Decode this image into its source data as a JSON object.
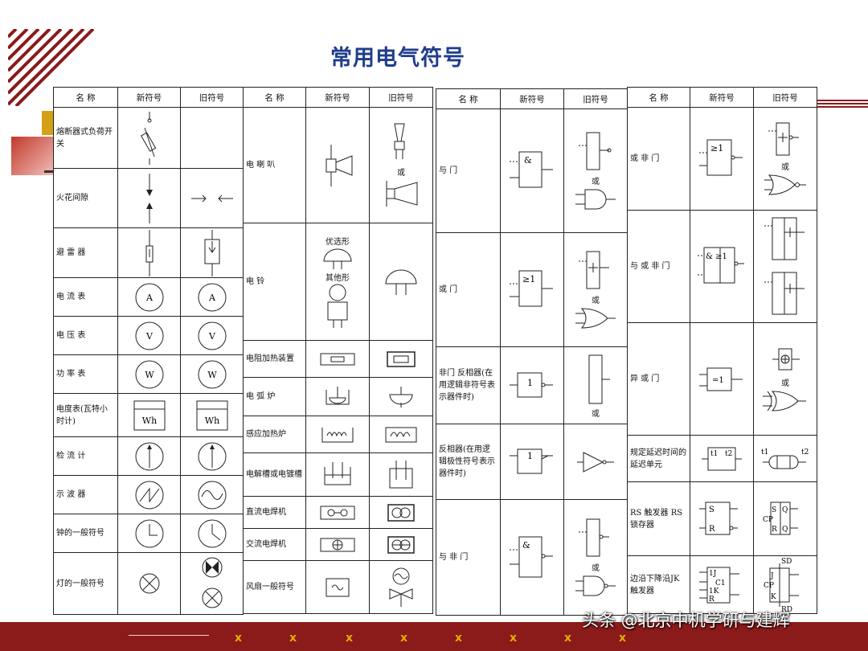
{
  "title": "常用电气符号",
  "headers": {
    "name": "名  称",
    "new": "新符号",
    "old": "旧符号"
  },
  "header_variants": {
    "p2_new": "新符号",
    "p2_old": "旧符号"
  },
  "panel1": [
    {
      "name": "熔断器式负荷开关"
    },
    {
      "name": "火花间隙"
    },
    {
      "name": "避 雷 器"
    },
    {
      "name": "电 流 表",
      "new_letter": "A",
      "old_letter": "A"
    },
    {
      "name": "电 压 表",
      "new_letter": "V",
      "old_letter": "V"
    },
    {
      "name": "功 率 表",
      "new_letter": "W",
      "old_letter": "W"
    },
    {
      "name": "电度表(瓦特小时计)",
      "new_letter": "Wh",
      "old_letter": "Wh"
    },
    {
      "name": "检 流 计"
    },
    {
      "name": "示 波 器"
    },
    {
      "name": "钟的一般符号"
    },
    {
      "name": "灯的一般符号"
    }
  ],
  "panel2": [
    {
      "name": "电 喇 叭",
      "old_note": "或"
    },
    {
      "name": "电  铃",
      "new_note_top": "优选形",
      "new_note_mid": "其他形"
    },
    {
      "name": "电阻加热装置"
    },
    {
      "name": "电 弧 炉"
    },
    {
      "name": "感应加热炉"
    },
    {
      "name": "电解槽或电镀槽"
    },
    {
      "name": "直流电焊机"
    },
    {
      "name": "交流电焊机"
    },
    {
      "name": "风扇一般符号"
    }
  ],
  "panel3": [
    {
      "name": "与  门",
      "new_label": "&",
      "old_note": "或"
    },
    {
      "name": "或  门",
      "new_label": "≥1",
      "old_note": "或"
    },
    {
      "name": "非门 反相器(在用逻辑非符号表示器件时)",
      "new_label": "1",
      "old_note": "或"
    },
    {
      "name": "反相器(在用逻辑极性符号表示器件时)",
      "new_label": "1"
    },
    {
      "name": "与 非 门",
      "new_label": "&",
      "old_note": "或"
    }
  ],
  "panel4": [
    {
      "name": "或 非 门",
      "new_label": "≥1",
      "old_note": "或"
    },
    {
      "name": "与 或 非 门",
      "new_label": "&  ≥1"
    },
    {
      "name": "异 或 门",
      "new_label": "=1",
      "old_note": "或"
    },
    {
      "name": "规定延迟时间的延迟单元",
      "new_t1": "t1",
      "new_t2": "t2",
      "old_t1": "t1",
      "old_t2": "t2"
    },
    {
      "name": "RS 触发器 RS 锁存器",
      "s": "S",
      "r": "R",
      "old_s": "S",
      "old_q": "Q",
      "old_cp": "CP",
      "old_r": "R"
    },
    {
      "name": "边沿下降沿JK触发器",
      "j": "1J",
      "c": "C1",
      "k": "1K",
      "r": "R",
      "old_sd": "SD",
      "old_rd": "RD",
      "old_j": "J",
      "old_cp": "CP",
      "old_k": "K"
    }
  ],
  "footer": {
    "marks": [
      "x",
      "x",
      "x",
      "x",
      "x",
      "x",
      "x",
      "x"
    ],
    "watermark": "头条 @北京中机学研与建辉"
  },
  "colors": {
    "title": "#1f3d8c",
    "bar": "#8b1a1a",
    "mark": "#e0b000"
  }
}
